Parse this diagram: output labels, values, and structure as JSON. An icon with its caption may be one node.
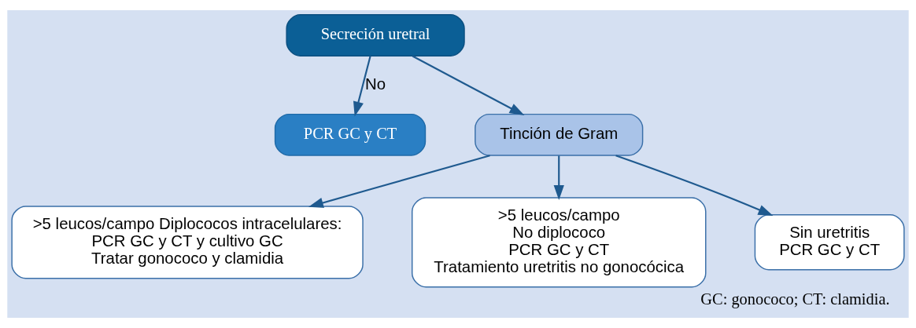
{
  "diagram": {
    "caption": "GC: gonococo; CT: clamidia.",
    "nodes": [
      {
        "text": [
          "Secreción uretral"
        ]
      },
      {
        "text": [
          "PCR GC y CT"
        ]
      },
      {
        "text": [
          "Tinción de Gram"
        ]
      },
      {
        "text": [
          ">5 leucos/campo Diplococos intracelulares:",
          "PCR GC y CT y cultivo GC",
          "Tratar gonococo y clamidia"
        ]
      },
      {
        "text": [
          ">5 leucos/campo",
          "No diplococo",
          "PCR GC y CT",
          "Tratamiento uretritis no gonocócica"
        ]
      },
      {
        "text": [
          "Sin uretritis",
          "PCR GC y CT"
        ]
      }
    ],
    "edges": [
      {
        "from": 0,
        "to": 1,
        "arrow": "to",
        "label": "No"
      },
      {
        "from": 0,
        "to": 2,
        "arrow": "to"
      },
      {
        "from": 2,
        "to": 3,
        "arrow": "to"
      },
      {
        "from": 2,
        "to": 4,
        "arrow": "to"
      },
      {
        "from": 2,
        "to": 5,
        "arrow": "to"
      }
    ]
  }
}
